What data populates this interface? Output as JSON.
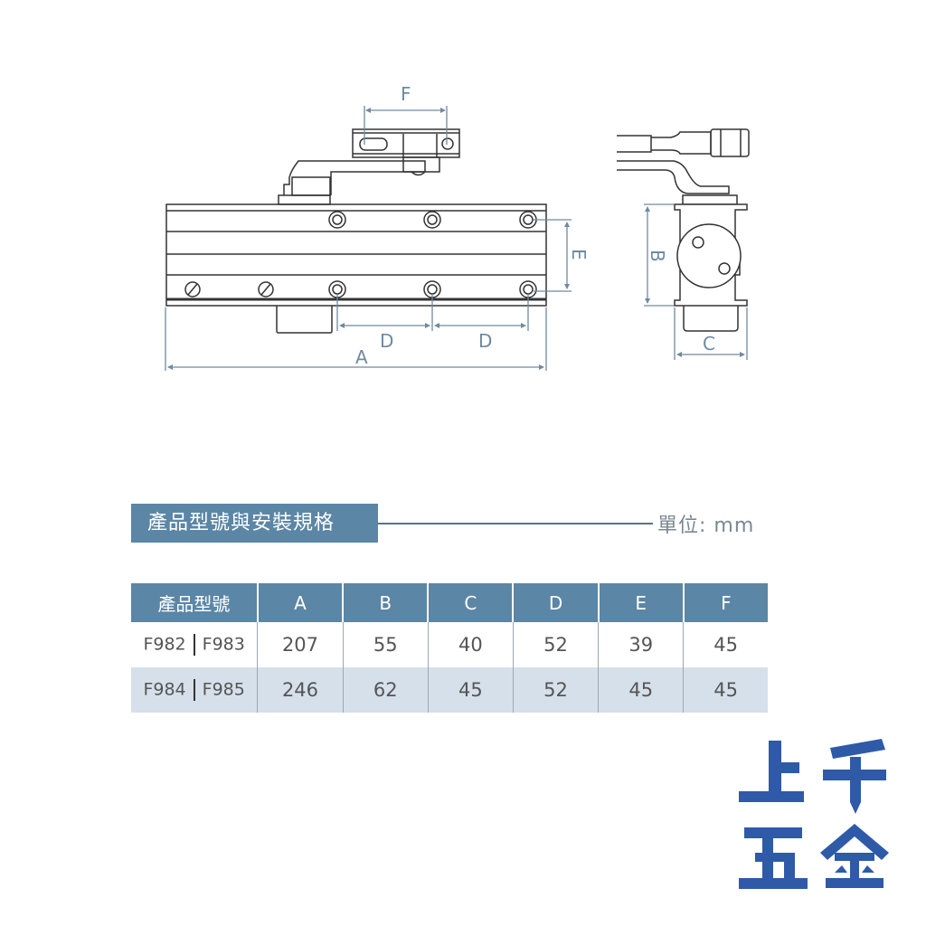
{
  "drawing": {
    "dimension_labels": {
      "A": "A",
      "B": "B",
      "C": "C",
      "D1": "D",
      "D2": "D",
      "E": "E",
      "F": "F"
    },
    "line_color": "#6f8aa0",
    "stroke_color": "#333333"
  },
  "spec_section": {
    "title": "產品型號與安裝規格",
    "unit_label": "單位: mm",
    "banner_color": "#5b86a6"
  },
  "table": {
    "headers": [
      "產品型號",
      "A",
      "B",
      "C",
      "D",
      "E",
      "F"
    ],
    "rows": [
      {
        "model_left": "F982",
        "model_right": "F983",
        "A": "207",
        "B": "55",
        "C": "40",
        "D": "52",
        "E": "39",
        "F": "45"
      },
      {
        "model_left": "F984",
        "model_right": "F985",
        "A": "246",
        "B": "62",
        "C": "45",
        "D": "52",
        "E": "45",
        "F": "45"
      }
    ],
    "alt_row_color": "#d6e0ea"
  },
  "logo": {
    "chars": [
      "上",
      "千",
      "五",
      "金"
    ],
    "color": "#2e5aa8"
  }
}
